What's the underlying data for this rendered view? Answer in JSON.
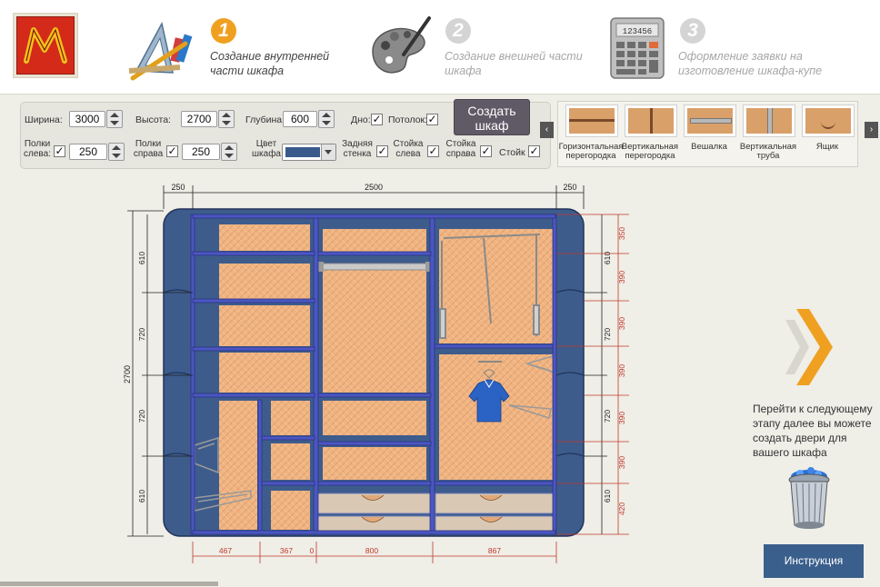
{
  "header": {
    "steps": [
      {
        "number": "1",
        "text_line1": "Создание внутренней",
        "text_line2": "части шкафа",
        "state": "active"
      },
      {
        "number": "2",
        "text_line1": "Создание внешней части",
        "text_line2": "шкафа",
        "state": "inactive"
      },
      {
        "number": "3",
        "text_line1": "Оформление заявки на",
        "text_line2": "изготовление шкафа-купе",
        "state": "inactive"
      }
    ],
    "calculator_display": "123456"
  },
  "controls": {
    "width_label": "Ширина:",
    "width_value": "3000",
    "height_label": "Высота:",
    "height_value": "2700",
    "depth_label": "Глубина:",
    "depth_value": "600",
    "bottom_label": "Дно:",
    "bottom_checked": "✓",
    "ceiling_label": "Потолок:",
    "ceiling_checked": "✓",
    "shelves_left_label_1": "Полки",
    "shelves_left_label_2": "слева:",
    "shelves_left_checked": "✓",
    "shelves_left_value": "250",
    "shelves_right_label_1": "Полки",
    "shelves_right_label_2": "справа",
    "shelves_right_checked": "✓",
    "shelves_right_value": "250",
    "color_label_1": "Цвет",
    "color_label_2": "шкафа",
    "color_value": "#3a5a8c",
    "back_wall_label_1": "Задняя",
    "back_wall_label_2": "стенка",
    "back_wall_checked": "✓",
    "post_left_label_1": "Стойка",
    "post_left_label_2": "слева",
    "post_left_checked": "✓",
    "post_right_label_1": "Стойка",
    "post_right_label_2": "справа",
    "post_right_checked": "✓",
    "posts_label": "Стойк",
    "posts_checked": "✓",
    "create_line1": "Создать",
    "create_line2": "шкаф"
  },
  "components": {
    "prev": "‹",
    "next": "›",
    "items": [
      {
        "label_1": "Горизонтальная",
        "label_2": "перегородка",
        "icon": "horizontal-partition-icon"
      },
      {
        "label_1": "Вертикальная",
        "label_2": "перегородка",
        "icon": "vertical-partition-icon"
      },
      {
        "label_1": "Вешалка",
        "label_2": "",
        "icon": "hanger-rod-icon"
      },
      {
        "label_1": "Вертикальная",
        "label_2": "труба",
        "icon": "vertical-tube-icon"
      },
      {
        "label_1": "Ящик",
        "label_2": "",
        "icon": "drawer-icon"
      }
    ]
  },
  "dimensions": {
    "top": [
      "250",
      "2500",
      "250"
    ],
    "left_total": "2700",
    "left": [
      "610",
      "720",
      "720",
      "610"
    ],
    "right_outer": [
      "350",
      "390",
      "390",
      "390",
      "390",
      "390",
      "420"
    ],
    "right_inner": [
      "610",
      "720",
      "720",
      "610"
    ],
    "bottom": [
      "467",
      "367",
      "0",
      "800",
      "867"
    ]
  },
  "colors": {
    "frame": "#3d5c8c",
    "frame_edge": "#22325a",
    "panel": "#eeb283",
    "divider": "#4a55c0",
    "drawer": "#d8c8b4",
    "shirt": "#2b63c4",
    "dim_line": "#c0392b",
    "next_arrow": "#f0a020"
  },
  "side": {
    "next_text": "Перейти к следующему этапу далее вы можете создать двери для вашего шкафа",
    "instruction_button": "Инструкция"
  }
}
